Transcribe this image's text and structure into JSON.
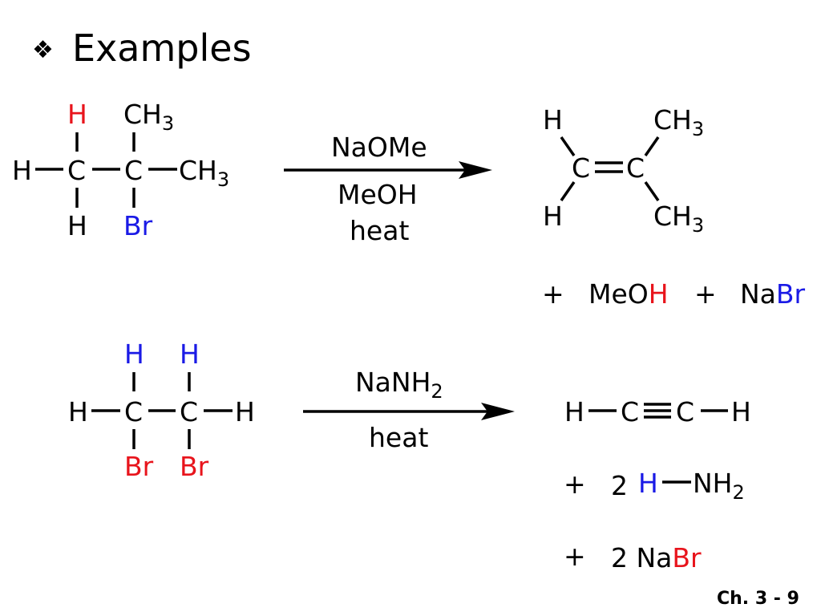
{
  "slide": {
    "bullet": "❖",
    "title": "Examples",
    "footer": "Ch. 3 - 9"
  },
  "reaction1": {
    "reactant": {
      "h_top": "H",
      "ch3_top": "CH",
      "ch3_top_sub": "3",
      "h_left": "H",
      "c1": "C",
      "c2": "C",
      "ch3_right": "CH",
      "ch3_right_sub": "3",
      "h_bottom": "H",
      "br": "Br"
    },
    "reagents": {
      "above": "NaOMe",
      "below1": "MeOH",
      "below2": "heat"
    },
    "product": {
      "h_top": "H",
      "ch3_top": "CH",
      "ch3_top_sub": "3",
      "c1": "C",
      "c2": "C",
      "h_bottom": "H",
      "ch3_bottom": "CH",
      "ch3_bottom_sub": "3"
    },
    "byproducts": {
      "plus1": "+",
      "meo": "MeO",
      "meo_h": "H",
      "plus2": "+",
      "na": "Na",
      "br": "Br"
    }
  },
  "reaction2": {
    "reactant": {
      "h_top1": "H",
      "h_top2": "H",
      "h_left": "H",
      "c1": "C",
      "c2": "C",
      "h_right": "H",
      "br1": "Br",
      "br2": "Br"
    },
    "reagents": {
      "above": "NaNH",
      "above_sub": "2",
      "below": "heat"
    },
    "product": {
      "h_left": "H",
      "c1": "C",
      "c2": "C",
      "h_right": "H"
    },
    "byproduct1": {
      "plus": "+",
      "coef": "2",
      "h": "H",
      "nh": "NH",
      "nh_sub": "2"
    },
    "byproduct2": {
      "plus": "+",
      "coef": "2",
      "na": "Na",
      "br": "Br"
    }
  },
  "colors": {
    "red": "#e8141c",
    "blue": "#1a1ae6"
  }
}
